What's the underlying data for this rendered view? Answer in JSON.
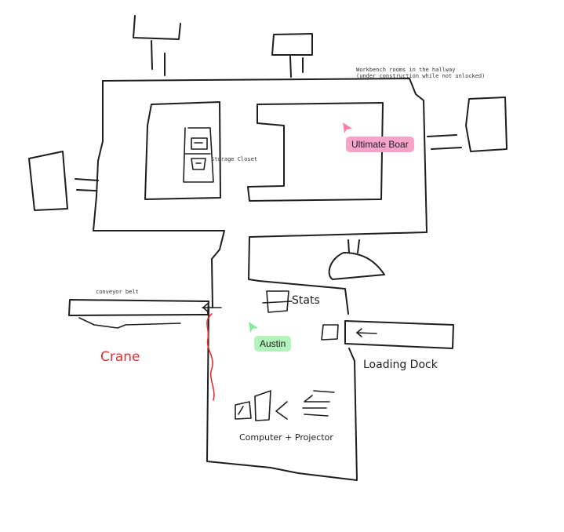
{
  "labels": {
    "workbench_note_line1": "Workbench rooms in the hallway",
    "workbench_note_line2": "(under construction while not unlocked)",
    "storage_closet": "Storage Closet",
    "conveyor_belt": "conveyor belt",
    "crane": "Crane",
    "stats": "Stats",
    "loading_dock": "Loading Dock",
    "computer_projector": "Computer + Projector"
  },
  "collaborators": [
    {
      "name": "Ultimate Boar",
      "color": "#f783ac",
      "tag_color": "#f5a3c8"
    },
    {
      "name": "Austin",
      "color": "#8ce99a",
      "tag_color": "#b2f2bb"
    }
  ],
  "colors": {
    "ink": "#1e1e1e",
    "crane_red": "#e03131"
  }
}
